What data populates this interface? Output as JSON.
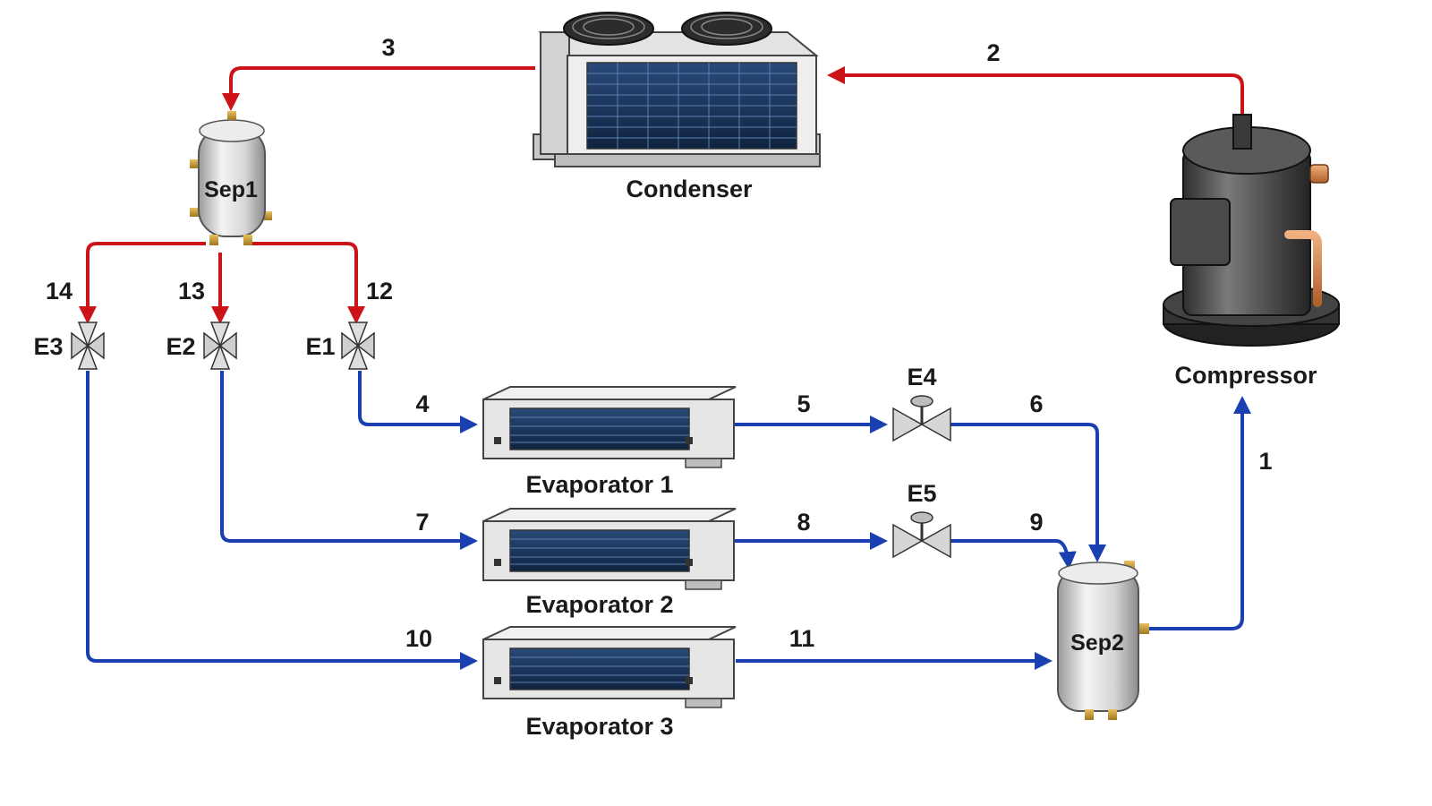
{
  "components": {
    "condenser": "Condenser",
    "compressor": "Compressor",
    "sep1": "Sep1",
    "sep2": "Sep2",
    "evaporator1": "Evaporator 1",
    "evaporator2": "Evaporator 2",
    "evaporator3": "Evaporator 3",
    "e1": "E1",
    "e2": "E2",
    "e3": "E3",
    "e4": "E4",
    "e5": "E5"
  },
  "streams": {
    "s1": "1",
    "s2": "2",
    "s3": "3",
    "s4": "4",
    "s5": "5",
    "s6": "6",
    "s7": "7",
    "s8": "8",
    "s9": "9",
    "s10": "10",
    "s11": "11",
    "s12": "12",
    "s13": "13",
    "s14": "14"
  },
  "colors": {
    "hot_line": "#cc1418",
    "cold_line": "#1a3fb0"
  }
}
